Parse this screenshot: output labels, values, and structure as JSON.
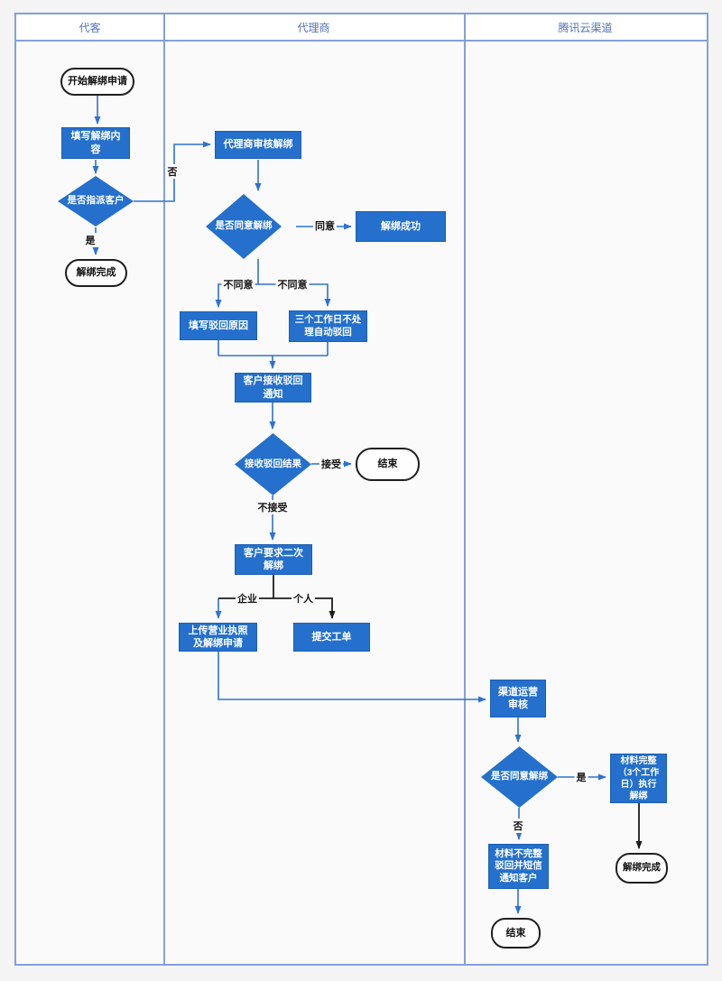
{
  "diagram": {
    "type": "swimlane-flowchart",
    "colors": {
      "node_fill": "#2470cc",
      "connector_blue": "#2e72d2",
      "connector_black": "#1c1c1c",
      "lane_border": "#84a0d8",
      "header_text": "#5272b8"
    },
    "lanes": [
      {
        "label": "代客"
      },
      {
        "label": "代理商"
      },
      {
        "label": "腾讯云渠道"
      }
    ],
    "nodes": [
      {
        "type": "terminator",
        "label": "开始解绑申请"
      },
      {
        "type": "process",
        "label": "填写解绑内\n容"
      },
      {
        "type": "decision",
        "label": "是否指派客户"
      },
      {
        "type": "terminator",
        "label": "解绑完成"
      },
      {
        "type": "process",
        "label": "代理商审核解绑"
      },
      {
        "type": "decision",
        "label": "是否同意解绑"
      },
      {
        "type": "process",
        "label": "解绑成功"
      },
      {
        "type": "process",
        "label": "填写驳回原因"
      },
      {
        "type": "process",
        "label": "三个工作日不处\n理自动驳回"
      },
      {
        "type": "process",
        "label": "客户接收驳回\n通知"
      },
      {
        "type": "decision",
        "label": "接收驳回结果"
      },
      {
        "type": "terminator",
        "label": "结束"
      },
      {
        "type": "process",
        "label": "客户要求二次\n解绑"
      },
      {
        "type": "process",
        "label": "上传营业执照\n及解绑申请"
      },
      {
        "type": "process",
        "label": "提交工单"
      },
      {
        "type": "process",
        "label": "渠道运营\n审核"
      },
      {
        "type": "decision",
        "label": "是否同意解绑"
      },
      {
        "type": "process",
        "label": "材料完整\n（3个工作\n日）执行\n解绑"
      },
      {
        "type": "terminator",
        "label": "解绑完成"
      },
      {
        "type": "process",
        "label": "材料不完整\n驳回并短信\n通知客户"
      },
      {
        "type": "terminator",
        "label": "结束"
      }
    ],
    "edge_labels": [
      "否",
      "是",
      "同意",
      "不同意",
      "不同意",
      "接受",
      "不接受",
      "企业",
      "个人",
      "是",
      "否"
    ]
  }
}
